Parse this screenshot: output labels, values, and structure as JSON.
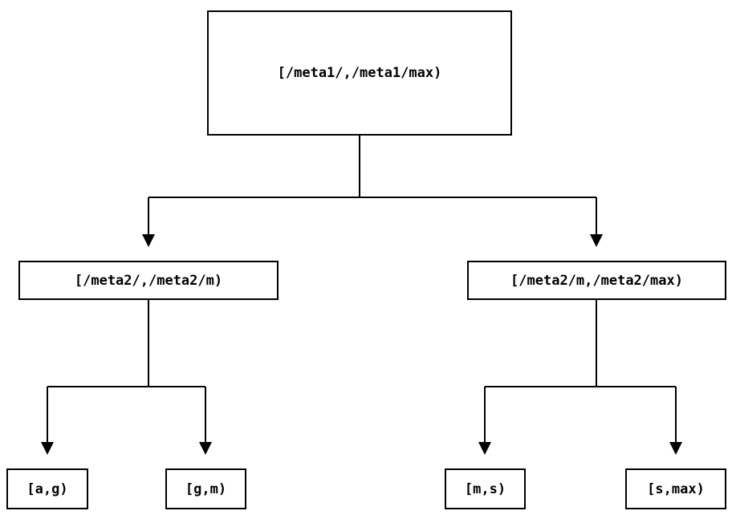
{
  "diagram": {
    "type": "tree",
    "colors": {
      "background": "#ffffff",
      "line": "#000000",
      "text": "#000000",
      "node_fill": "#ffffff"
    }
  },
  "nodes": {
    "root": {
      "label": "[/meta1/,/meta1/max)"
    },
    "meta2_low": {
      "label": "[/meta2/,/meta2/m)"
    },
    "meta2_high": {
      "label": "[/meta2/m,/meta2/max)"
    },
    "leaf_a_g": {
      "label": "[a,g)"
    },
    "leaf_g_m": {
      "label": "[g,m)"
    },
    "leaf_m_s": {
      "label": "[m,s)"
    },
    "leaf_s_max": {
      "label": "[s,max)"
    }
  },
  "edges": [
    {
      "from": "root",
      "to": "meta2_low"
    },
    {
      "from": "root",
      "to": "meta2_high"
    },
    {
      "from": "meta2_low",
      "to": "leaf_a_g"
    },
    {
      "from": "meta2_low",
      "to": "leaf_g_m"
    },
    {
      "from": "meta2_high",
      "to": "leaf_m_s"
    },
    {
      "from": "meta2_high",
      "to": "leaf_s_max"
    }
  ]
}
